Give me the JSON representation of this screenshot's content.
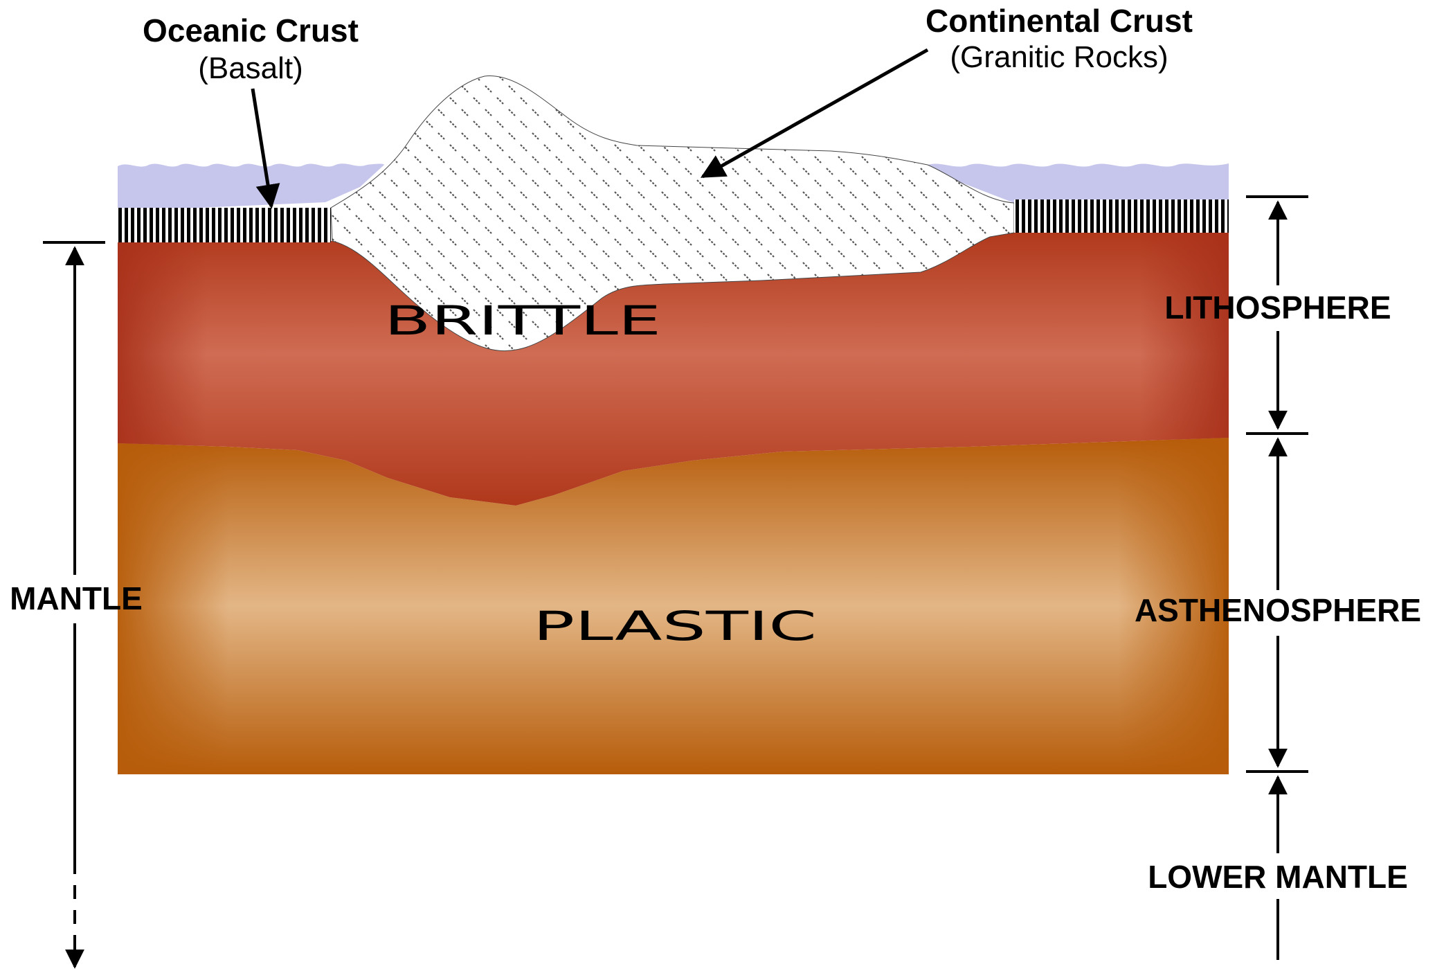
{
  "labels": {
    "oceanic_crust_title": "Oceanic Crust",
    "oceanic_crust_subtitle": "(Basalt)",
    "continental_crust_title": "Continental Crust",
    "continental_crust_subtitle": "(Granitic Rocks)",
    "brittle": "BRITTLE",
    "plastic": "PLASTIC",
    "lithosphere": "LITHOSPHERE",
    "asthenosphere": "ASTHENOSPHERE",
    "lower_mantle": "LOWER MANTLE",
    "mantle": "MANTLE"
  },
  "colors": {
    "ocean_water": "#c6c6ec",
    "lithosphere_dark": "#b23a1c",
    "lithosphere_light": "#d07058",
    "asthenosphere_dark": "#b85e0c",
    "asthenosphere_light": "#e4b888",
    "basalt_stripe": "#000000",
    "continental_fill": "#ffffff",
    "continental_mark": "#555555"
  }
}
